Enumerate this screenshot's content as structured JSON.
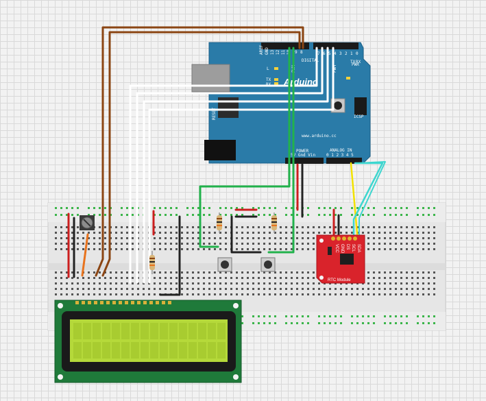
{
  "arduino": {
    "digital_label": "DIGITAL",
    "pwm_label": "PWM",
    "aref_label": "AREF",
    "gnd_label": "GND",
    "pin_13": "13",
    "pin_12": "12",
    "pin_11": "11",
    "pin_10": "10",
    "pin_9": "9",
    "pin_8": "8",
    "pin_7": "7",
    "pin_6": "6",
    "pin_5": "5",
    "pin_4": "4",
    "pin_3": "3",
    "pin_2": "2",
    "pin_1": "1",
    "pin_0": "0",
    "tx_label": "TX",
    "rx_label": "RX",
    "led_l_label": "L",
    "brand": "Arduino",
    "pwr_label": "PWR",
    "icsp_label": "ICSP",
    "reset_label": "RESET",
    "website": "www.arduino.cc",
    "power_label": "POWER",
    "power_pins": "5V Gnd Vin",
    "analog_label": "ANALOG IN",
    "analog_pins": "0 1 2 3 4 5"
  },
  "rtc": {
    "title": "RTC Module",
    "pin_sda": "SDA",
    "pin_scl": "SCL",
    "pin_ds": "DS",
    "pin_gnd": "GND",
    "pin_vcc": "VCC"
  },
  "colors": {
    "arduino_board": "#2a7ba8",
    "rtc_board": "#d9232b",
    "lcd_pcb": "#1f7a3a",
    "lcd_screen": "#b5d93a",
    "wire_brown": "#8b4513",
    "wire_white": "#f5f5f5",
    "wire_green": "#22b24c",
    "wire_red": "#cc1f1f",
    "wire_black": "#222222",
    "wire_yellow": "#f2e200",
    "wire_cyan": "#3dd6cf",
    "wire_orange": "#e8731d",
    "breadboard": "#e9e9e9"
  }
}
